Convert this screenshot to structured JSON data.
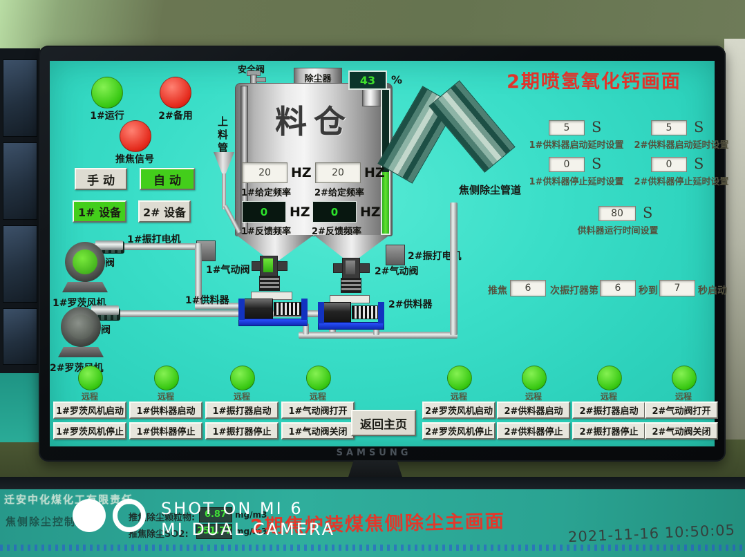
{
  "colors": {
    "screen_bg": "#3adec8",
    "accent_red": "#e0332a",
    "on_green": "#43ce1b",
    "off_red": "#e42a1c"
  },
  "screen": {
    "title": "2期喷氢氧化钙画面",
    "lamps": {
      "run1": "1#运行",
      "standby2": "2#备用",
      "push_signal": "推焦信号"
    },
    "modes": {
      "manual": "手 动",
      "auto": "自 动",
      "dev1": "1# 设备",
      "dev2": "2# 设备"
    },
    "tank": {
      "name": "料仓",
      "duster": "除尘器",
      "safety_valve": "安全阀",
      "feed_pipe": "上料管",
      "level": "43",
      "level_unit": "%"
    },
    "freq": {
      "given1": {
        "value": "20",
        "unit": "HZ",
        "label": "1#给定频率"
      },
      "given2": {
        "value": "20",
        "unit": "HZ",
        "label": "2#给定频率"
      },
      "fb1": {
        "value": "0",
        "unit": "HZ",
        "label": "1#反馈频率"
      },
      "fb2": {
        "value": "0",
        "unit": "HZ",
        "label": "2#反馈频率"
      }
    },
    "devices": {
      "vib1": "1#振打电机",
      "vib2": "2#振打电机",
      "pv1": "1#气动阀",
      "pv2": "2#气动阀",
      "feeder1": "1#供料器",
      "feeder2": "2#供料器",
      "fan1": "1#罗茨风机",
      "fan2": "2#罗茨风机",
      "check_valve": "单向阀",
      "duct": "焦侧除尘管道"
    },
    "settings": [
      {
        "value": "5",
        "unit": "S",
        "label": "1#供料器启动延时设置"
      },
      {
        "value": "5",
        "unit": "S",
        "label": "2#供料器启动延时设置"
      },
      {
        "value": "0",
        "unit": "S",
        "label": "1#供料器停止延时设置"
      },
      {
        "value": "0",
        "unit": "S",
        "label": "2#供料器停止延时设置"
      },
      {
        "value": "80",
        "unit": "S",
        "label": "供料器运行时间设置"
      }
    ],
    "vib_timing": {
      "p1": "推焦",
      "v1": "6",
      "p2": "次振打器第",
      "v2": "6",
      "p3": "秒到",
      "v3": "7",
      "p4": "秒启动"
    },
    "remote_label": "远程",
    "home_button": "返回主页",
    "columns": [
      {
        "start": "1#罗茨风机启动",
        "stop": "1#罗茨风机停止"
      },
      {
        "start": "1#供料器启动",
        "stop": "1#供料器停止"
      },
      {
        "start": "1#振打器启动",
        "stop": "1#振打器停止"
      },
      {
        "start": "1#气动阀打开",
        "stop": "1#气动阀关闭"
      },
      {
        "start": "2#罗茨风机启动",
        "stop": "2#罗茨风机停止"
      },
      {
        "start": "2#供料器启动",
        "stop": "2#供料器停止"
      },
      {
        "start": "2#振打器启动",
        "stop": "2#振打器停止"
      },
      {
        "start": "2#气动阀打开",
        "stop": "2#气动阀关闭"
      }
    ]
  },
  "monitor": {
    "brand": "SAMSUNG"
  },
  "watermark": {
    "line1": "SHOT ON MI 6",
    "line2": "MI DUAL CAMERA"
  },
  "lower_screen": {
    "company": "迁安中化煤化工有限责任",
    "system": "焦侧除尘控制系统",
    "reading1": {
      "label": "推焦除尘颗粒物:",
      "value": "6.87",
      "unit": "mg/m3"
    },
    "reading2": {
      "label": "推焦除尘SO2:",
      "value": "251.77",
      "unit": "mg/m3"
    },
    "title": "2期焦炉装煤焦侧除尘主画面",
    "timestamp": "2021-11-16 10:50:05"
  }
}
